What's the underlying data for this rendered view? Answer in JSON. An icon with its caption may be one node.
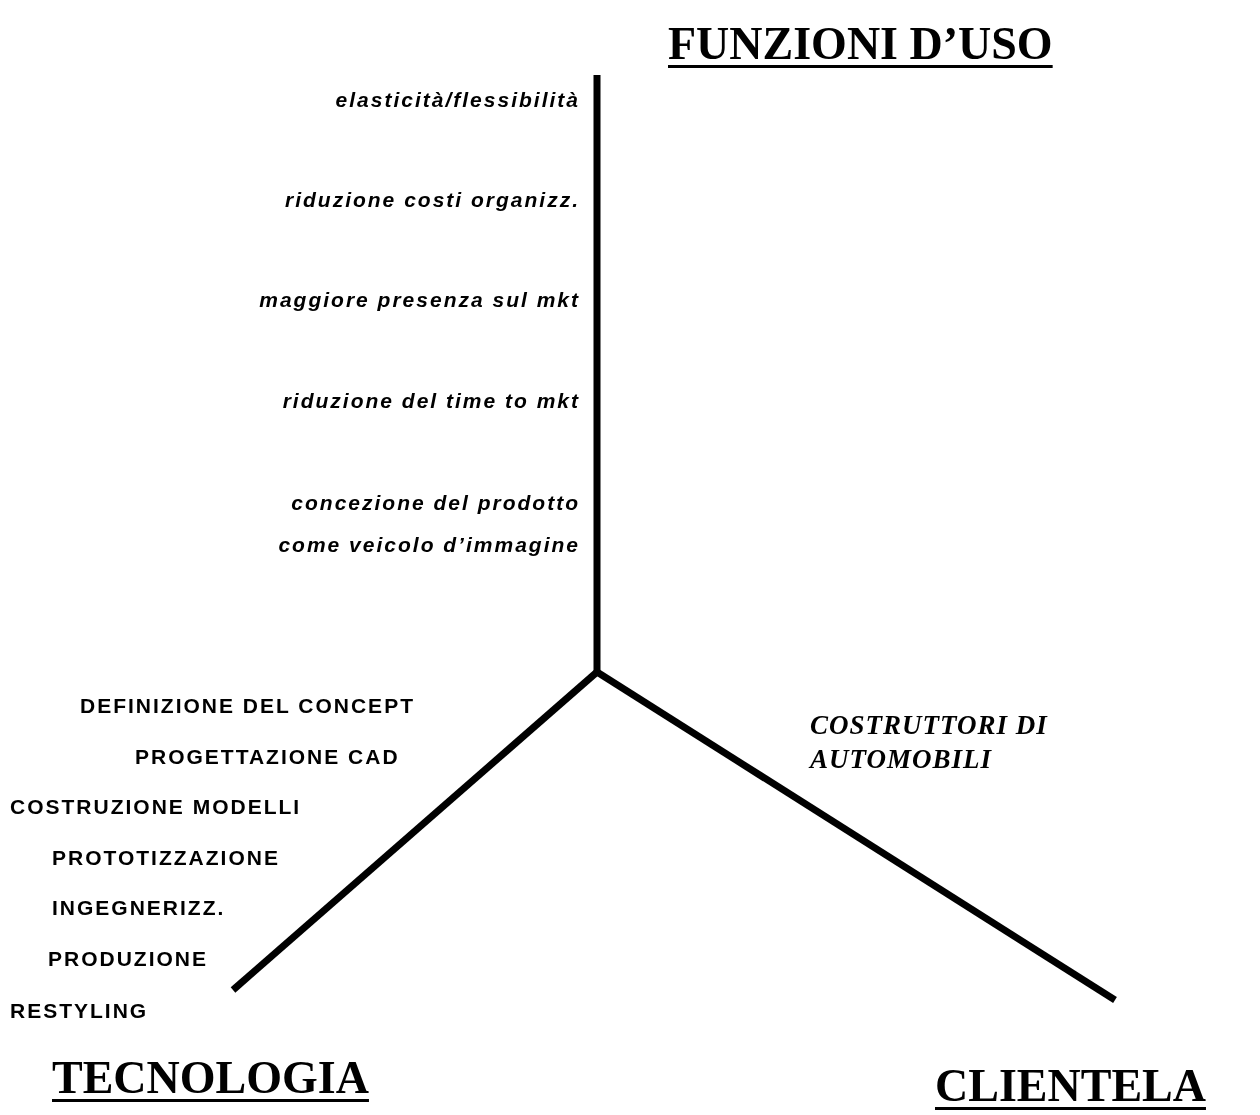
{
  "diagram": {
    "labels": [
      "FUNZIONI D’USO",
      "elasticità/flessibilità",
      "riduzione costi organizz.",
      "maggiore presenza sul mkt",
      "riduzione del time to mkt",
      "concezione del prodotto come veicolo d’immagine",
      "DEFINIZIONE DEL CONCEPT",
      "PROGETTAZIONE CAD",
      "COSTRUTTORI DI AUTOMOBILI",
      "COSTRUZIONE MODELLI",
      "PROTOTIZZAZIONE",
      "INGEGNERIZZ.",
      "PRODUZIONE",
      "RESTYLING",
      "TECNOLOGIA",
      "CLIENTELA"
    ]
  }
}
